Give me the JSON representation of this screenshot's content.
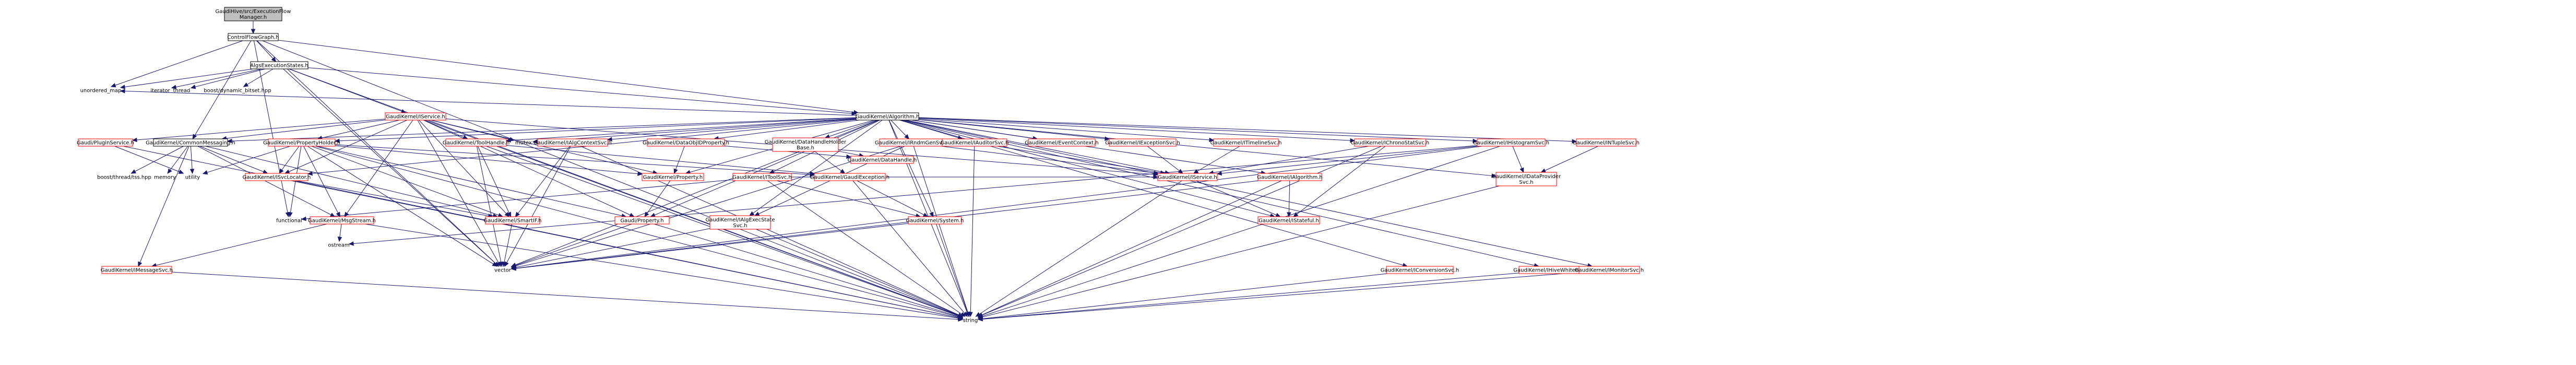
{
  "diagram": {
    "colors": {
      "edge": "#191970",
      "truncated_border": "#ff0000",
      "root_fill": "#bfbfbf"
    },
    "nodes": [
      {
        "id": "root",
        "lines": [
          "GaudiHive/src/ExecutionFlow",
          "Manager.h"
        ],
        "style": "root"
      },
      {
        "id": "cfg",
        "lines": [
          "ControlFlowGraph.h"
        ],
        "style": "normal"
      },
      {
        "id": "aes",
        "lines": [
          "AlgsExecutionStates.h"
        ],
        "style": "normal"
      },
      {
        "id": "umap",
        "lines": [
          "unordered_map"
        ],
        "style": "plain"
      },
      {
        "id": "iter",
        "lines": [
          "iterator"
        ],
        "style": "plain"
      },
      {
        "id": "thread",
        "lines": [
          "thread"
        ],
        "style": "plain"
      },
      {
        "id": "bdb",
        "lines": [
          "boost/dynamic_bitset.hpp"
        ],
        "style": "plain"
      },
      {
        "id": "isvc",
        "lines": [
          "GaudiKernel/IService.h"
        ],
        "style": "red"
      },
      {
        "id": "alg",
        "lines": [
          "GaudiKernel/Algorithm.h"
        ],
        "style": "normal"
      },
      {
        "id": "psvc",
        "lines": [
          "Gaudi/PluginService.h"
        ],
        "style": "red"
      },
      {
        "id": "cmsg",
        "lines": [
          "GaudiKernel/CommonMessaging.h"
        ],
        "style": "normal"
      },
      {
        "id": "ph",
        "lines": [
          "GaudiKernel/PropertyHolder.h"
        ],
        "style": "red"
      },
      {
        "id": "th",
        "lines": [
          "GaudiKernel/ToolHandle.h"
        ],
        "style": "red"
      },
      {
        "id": "mutex",
        "lines": [
          "mutex"
        ],
        "style": "plain"
      },
      {
        "id": "iacs",
        "lines": [
          "GaudiKernel/IAlgContextSvc.h"
        ],
        "style": "red"
      },
      {
        "id": "idop",
        "lines": [
          "GaudiKernel/DataObjIDProperty.h"
        ],
        "style": "red"
      },
      {
        "id": "dhhb",
        "lines": [
          "GaudiKernel/DataHandleHolder",
          "Base.h"
        ],
        "style": "red"
      },
      {
        "id": "irgs",
        "lines": [
          "GaudiKernel/IRndmGenSvc.h"
        ],
        "style": "red"
      },
      {
        "id": "iaud",
        "lines": [
          "GaudiKernel/IAuditorSvc.h"
        ],
        "style": "red"
      },
      {
        "id": "ec",
        "lines": [
          "GaudiKernel/EventContext.h"
        ],
        "style": "red"
      },
      {
        "id": "iexc",
        "lines": [
          "GaudiKernel/IExceptionSvc.h"
        ],
        "style": "red"
      },
      {
        "id": "itl",
        "lines": [
          "GaudiKernel/ITimelineSvc.h"
        ],
        "style": "red"
      },
      {
        "id": "ics",
        "lines": [
          "GaudiKernel/IChronoStatSvc.h"
        ],
        "style": "red"
      },
      {
        "id": "ihs",
        "lines": [
          "GaudiKernel/IHistogramSvc.h"
        ],
        "style": "red"
      },
      {
        "id": "intp",
        "lines": [
          "GaudiKernel/INTupleSvc.h"
        ],
        "style": "red"
      },
      {
        "id": "btf",
        "lines": [
          "boost/thread/tss.hpp"
        ],
        "style": "plain"
      },
      {
        "id": "memory",
        "lines": [
          "memory"
        ],
        "style": "plain"
      },
      {
        "id": "utility",
        "lines": [
          "utility"
        ],
        "style": "plain"
      },
      {
        "id": "isl",
        "lines": [
          "GaudiKernel/ISvcLocator.h"
        ],
        "style": "red"
      },
      {
        "id": "prop",
        "lines": [
          "GaudiKernel/Property.h"
        ],
        "style": "red"
      },
      {
        "id": "its",
        "lines": [
          "GaudiKernel/IToolSvc.h"
        ],
        "style": "red"
      },
      {
        "id": "dh",
        "lines": [
          "GaudiKernel/DataHandle.h"
        ],
        "style": "red"
      },
      {
        "id": "gexc",
        "lines": [
          "GaudiKernel/GaudiException.h"
        ],
        "style": "red"
      },
      {
        "id": "isvc2",
        "lines": [
          "GaudiKernel/IService.h"
        ],
        "style": "red"
      },
      {
        "id": "ialg",
        "lines": [
          "GaudiKernel/IAlgorithm.h"
        ],
        "style": "red"
      },
      {
        "id": "icdp",
        "lines": [
          "GaudiKernel/IDataProvider",
          "Svc.h"
        ],
        "style": "red"
      },
      {
        "id": "functional",
        "lines": [
          "functional"
        ],
        "style": "plain"
      },
      {
        "id": "ms",
        "lines": [
          "GaudiKernel/MsgStream.h"
        ],
        "style": "red"
      },
      {
        "id": "isi",
        "lines": [
          "GaudiKernel/SmartIF.h"
        ],
        "style": "red"
      },
      {
        "id": "gprop",
        "lines": [
          "Gaudi/Property.h"
        ],
        "style": "red"
      },
      {
        "id": "iaes",
        "lines": [
          "GaudiKernel/IAlgExecState",
          "Svc.h"
        ],
        "style": "red"
      },
      {
        "id": "ssys",
        "lines": [
          "GaudiKernel/System.h"
        ],
        "style": "red"
      },
      {
        "id": "istat",
        "lines": [
          "GaudiKernel/IStateful.h"
        ],
        "style": "red"
      },
      {
        "id": "ostream",
        "lines": [
          "ostream"
        ],
        "style": "plain"
      },
      {
        "id": "vector",
        "lines": [
          "vector"
        ],
        "style": "plain"
      },
      {
        "id": "imsg",
        "lines": [
          "GaudiKernel/IMessageSvc.h"
        ],
        "style": "red"
      },
      {
        "id": "string",
        "lines": [
          "string"
        ],
        "style": "plain"
      },
      {
        "id": "iconv",
        "lines": [
          "GaudiKernel/IConversionSvc.h"
        ],
        "style": "red"
      },
      {
        "id": "ihwb",
        "lines": [
          "GaudiKernel/IHiveWhiteBoard.h"
        ],
        "style": "red"
      },
      {
        "id": "imon",
        "lines": [
          "GaudiKernel/IMonitorSvc.h"
        ],
        "style": "red"
      }
    ],
    "edges": [
      [
        "root",
        "cfg"
      ],
      [
        "cfg",
        "aes"
      ],
      [
        "cfg",
        "umap"
      ],
      [
        "cfg",
        "alg"
      ],
      [
        "cfg",
        "cmsg"
      ],
      [
        "cfg",
        "vector"
      ],
      [
        "cfg",
        "string"
      ],
      [
        "cfg",
        "functional"
      ],
      [
        "aes",
        "umap"
      ],
      [
        "aes",
        "iter"
      ],
      [
        "aes",
        "thread"
      ],
      [
        "aes",
        "bdb"
      ],
      [
        "aes",
        "isvc"
      ],
      [
        "aes",
        "alg"
      ],
      [
        "aes",
        "vector"
      ],
      [
        "aes",
        "string"
      ],
      [
        "isvc",
        "psvc"
      ],
      [
        "isvc",
        "cmsg"
      ],
      [
        "isvc",
        "ph"
      ],
      [
        "isvc",
        "th"
      ],
      [
        "isvc",
        "mutex"
      ],
      [
        "isvc",
        "isl"
      ],
      [
        "isvc",
        "prop"
      ],
      [
        "isvc",
        "isvc2"
      ],
      [
        "isvc",
        "ms"
      ],
      [
        "isvc",
        "isi"
      ],
      [
        "isvc",
        "vector"
      ],
      [
        "isvc",
        "string"
      ],
      [
        "isvc",
        "gprop"
      ],
      [
        "alg",
        "umap"
      ],
      [
        "alg",
        "cmsg"
      ],
      [
        "alg",
        "ph"
      ],
      [
        "alg",
        "th"
      ],
      [
        "alg",
        "mutex"
      ],
      [
        "alg",
        "iacs"
      ],
      [
        "alg",
        "idop"
      ],
      [
        "alg",
        "dhhb"
      ],
      [
        "alg",
        "irgs"
      ],
      [
        "alg",
        "iaud"
      ],
      [
        "alg",
        "ec"
      ],
      [
        "alg",
        "iexc"
      ],
      [
        "alg",
        "itl"
      ],
      [
        "alg",
        "ics"
      ],
      [
        "alg",
        "ihs"
      ],
      [
        "alg",
        "intp"
      ],
      [
        "alg",
        "prop"
      ],
      [
        "alg",
        "its"
      ],
      [
        "alg",
        "isvc2"
      ],
      [
        "alg",
        "ialg"
      ],
      [
        "alg",
        "icdp"
      ],
      [
        "alg",
        "isl"
      ],
      [
        "alg",
        "ssys"
      ],
      [
        "alg",
        "vector"
      ],
      [
        "alg",
        "string"
      ],
      [
        "alg",
        "iconv"
      ],
      [
        "alg",
        "ihwb"
      ],
      [
        "alg",
        "imon"
      ],
      [
        "alg",
        "iaes"
      ],
      [
        "alg",
        "istat"
      ],
      [
        "alg",
        "gprop"
      ],
      [
        "psvc",
        "string"
      ],
      [
        "psvc",
        "utility"
      ],
      [
        "cmsg",
        "btf"
      ],
      [
        "cmsg",
        "memory"
      ],
      [
        "cmsg",
        "utility"
      ],
      [
        "cmsg",
        "isl"
      ],
      [
        "cmsg",
        "ms"
      ],
      [
        "cmsg",
        "imsg"
      ],
      [
        "cmsg",
        "isi"
      ],
      [
        "ph",
        "utility"
      ],
      [
        "ph",
        "isl"
      ],
      [
        "ph",
        "prop"
      ],
      [
        "ph",
        "gexc"
      ],
      [
        "ph",
        "ms"
      ],
      [
        "ph",
        "isi"
      ],
      [
        "ph",
        "functional"
      ],
      [
        "ph",
        "vector"
      ],
      [
        "ph",
        "gprop"
      ],
      [
        "ph",
        "string"
      ],
      [
        "th",
        "isi"
      ],
      [
        "th",
        "gexc"
      ],
      [
        "th",
        "vector"
      ],
      [
        "th",
        "string"
      ],
      [
        "iacs",
        "isi"
      ],
      [
        "iacs",
        "vector"
      ],
      [
        "iacs",
        "string"
      ],
      [
        "idop",
        "prop"
      ],
      [
        "idop",
        "dh"
      ],
      [
        "dhhb",
        "dh"
      ],
      [
        "dhhb",
        "gexc"
      ],
      [
        "irgs",
        "isvc2"
      ],
      [
        "irgs",
        "vector"
      ],
      [
        "irgs",
        "string"
      ],
      [
        "irgs",
        "iaes"
      ],
      [
        "iaud",
        "isvc2"
      ],
      [
        "iaud",
        "string"
      ],
      [
        "iexc",
        "isvc2"
      ],
      [
        "itl",
        "isvc2"
      ],
      [
        "ics",
        "isvc2"
      ],
      [
        "ics",
        "istat"
      ],
      [
        "ics",
        "string"
      ],
      [
        "ihs",
        "isvc2"
      ],
      [
        "ihs",
        "icdp"
      ],
      [
        "ihs",
        "vector"
      ],
      [
        "ihs",
        "string"
      ],
      [
        "ihs",
        "ostream"
      ],
      [
        "intp",
        "icdp"
      ],
      [
        "isl",
        "isi"
      ],
      [
        "isl",
        "string"
      ],
      [
        "prop",
        "gprop"
      ],
      [
        "its",
        "isvc2"
      ],
      [
        "its",
        "functional"
      ],
      [
        "its",
        "ssys"
      ],
      [
        "its",
        "string"
      ],
      [
        "gexc",
        "ssys"
      ],
      [
        "gexc",
        "string"
      ],
      [
        "isvc2",
        "istat"
      ],
      [
        "isvc2",
        "string"
      ],
      [
        "ialg",
        "istat"
      ],
      [
        "ialg",
        "vector"
      ],
      [
        "ialg",
        "string"
      ],
      [
        "icdp",
        "string"
      ],
      [
        "ms",
        "ostream"
      ],
      [
        "ms",
        "string"
      ],
      [
        "ms",
        "imsg"
      ],
      [
        "isi",
        "vector"
      ],
      [
        "gprop",
        "vector"
      ],
      [
        "gprop",
        "string"
      ],
      [
        "iaes",
        "vector"
      ],
      [
        "iaes",
        "string"
      ],
      [
        "ssys",
        "vector"
      ],
      [
        "ssys",
        "string"
      ],
      [
        "imsg",
        "string"
      ],
      [
        "iconv",
        "string"
      ],
      [
        "ihwb",
        "string"
      ],
      [
        "imon",
        "string"
      ]
    ]
  }
}
